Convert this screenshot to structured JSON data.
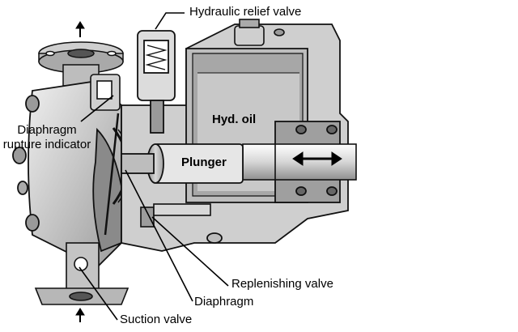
{
  "labels": {
    "hydraulic_relief_valve": "Hydraulic  relief valve",
    "hyd_oil": "Hyd. oil",
    "plunger": "Plunger",
    "diaphragm_rupture_indicator": "Diaphragm rupture indicator",
    "replenishing_valve": "Replenishing valve",
    "diaphragm": "Diaphragm",
    "suction_valve": "Suction valve"
  },
  "colors": {
    "body_light": "#d9d9d9",
    "body_mid": "#b4b4b4",
    "body_dark": "#7a7a7a",
    "outline": "#111111",
    "oil": "#c8c8c8",
    "plunger": "#e6e6e6"
  },
  "icons": {
    "flow_arrows": "up-arrow-icon",
    "motion_arrow": "double-arrow-icon"
  }
}
